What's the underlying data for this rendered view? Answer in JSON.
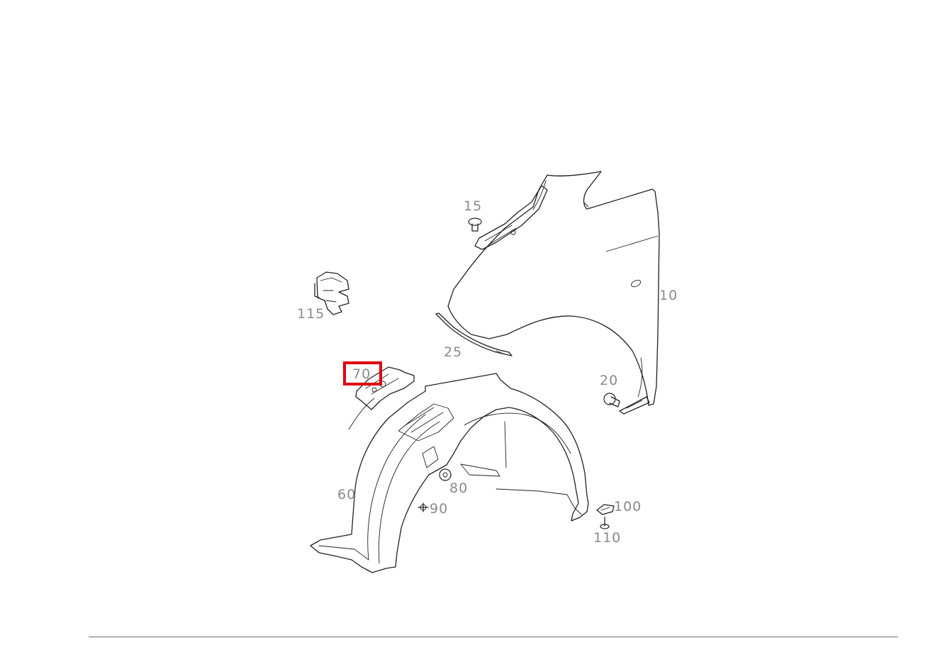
{
  "diagram": {
    "callouts": [
      {
        "id": "10",
        "label": "10"
      },
      {
        "id": "15",
        "label": "15"
      },
      {
        "id": "20",
        "label": "20"
      },
      {
        "id": "25",
        "label": "25"
      },
      {
        "id": "60",
        "label": "60"
      },
      {
        "id": "70",
        "label": "70",
        "highlighted": true
      },
      {
        "id": "80",
        "label": "80"
      },
      {
        "id": "90",
        "label": "90"
      },
      {
        "id": "100",
        "label": "100"
      },
      {
        "id": "110",
        "label": "110"
      },
      {
        "id": "115",
        "label": "115"
      }
    ],
    "highlight_color": "#e0000f",
    "label_color": "#8a8a8a",
    "line_color": "#222222"
  }
}
